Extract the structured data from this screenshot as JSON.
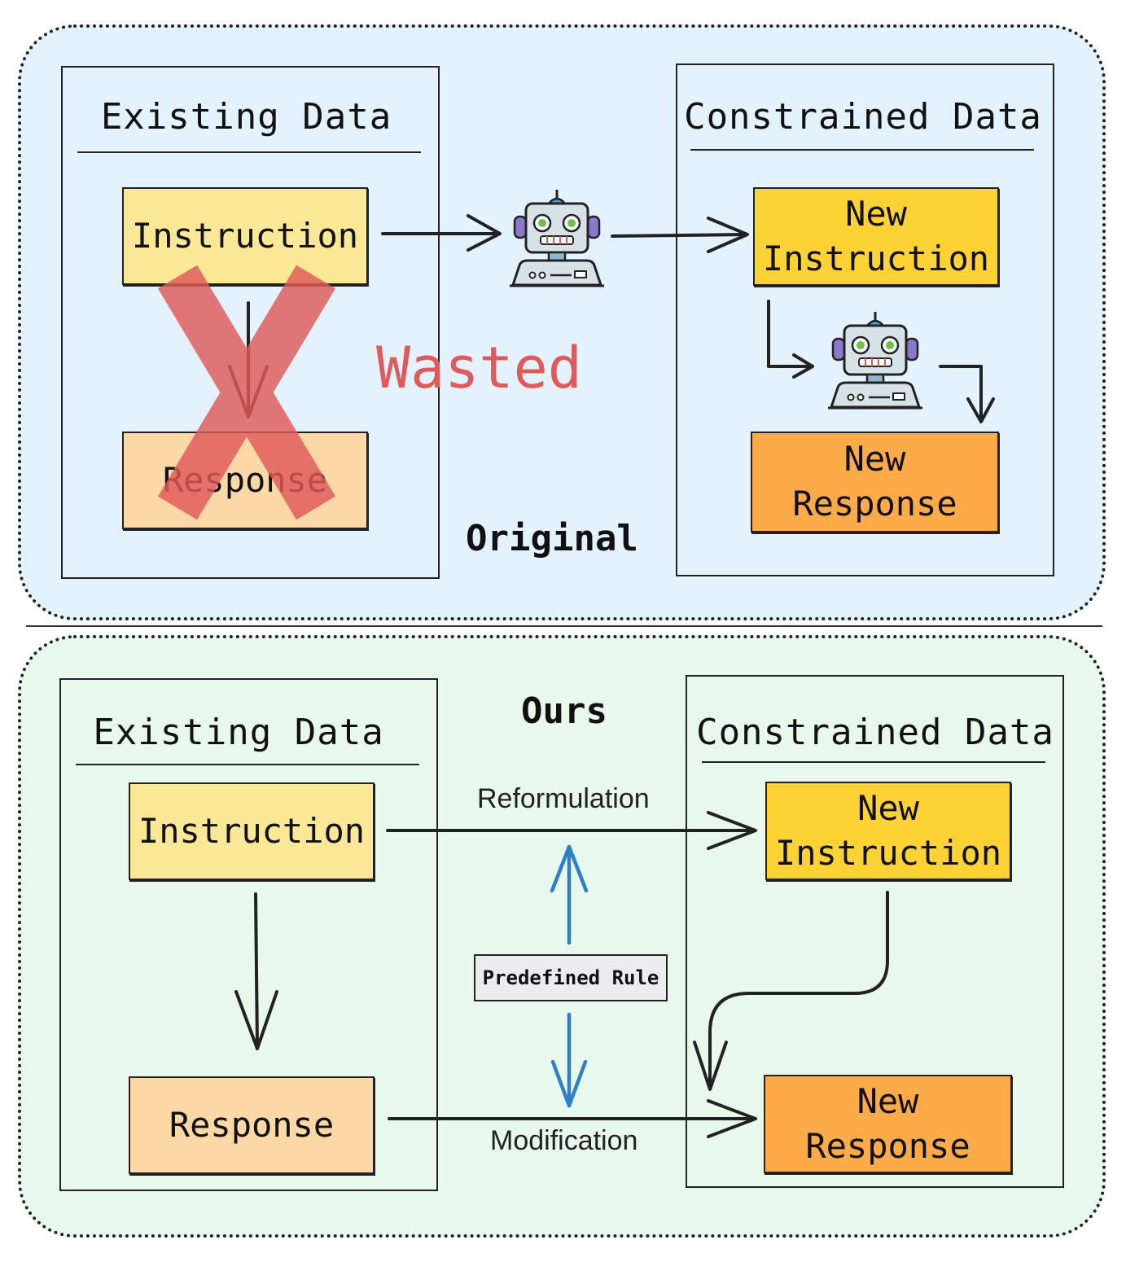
{
  "original": {
    "section_label": "Original",
    "existing": {
      "title": "Existing Data",
      "instruction": "Instruction",
      "response": "Response"
    },
    "constrained": {
      "title": "Constrained Data",
      "new_instruction": [
        "New",
        "Instruction"
      ],
      "new_response": [
        "New",
        "Response"
      ]
    },
    "wasted_label": "Wasted",
    "robot_icon": "robot-icon",
    "cross_icon": "x-mark"
  },
  "ours": {
    "section_label": "Ours",
    "existing": {
      "title": "Existing Data",
      "instruction": "Instruction",
      "response": "Response"
    },
    "constrained": {
      "title": "Constrained Data",
      "new_instruction": [
        "New",
        "Instruction"
      ],
      "new_response": [
        "New",
        "Response"
      ]
    },
    "reformulation_label": "Reformulation",
    "modification_label": "Modification",
    "rule_label": "Predefined Rule"
  },
  "colors": {
    "top_panel": "#e3f2fc",
    "bottom_panel": "#e8f8ec",
    "instruction_fill": "#fbe897",
    "response_fill": "#fcd8a6",
    "new_instruction_fill": "#fdd234",
    "new_response_fill": "#fdab49",
    "wasted": "#e05a5a",
    "rule_arrow": "#2f7fc8"
  }
}
